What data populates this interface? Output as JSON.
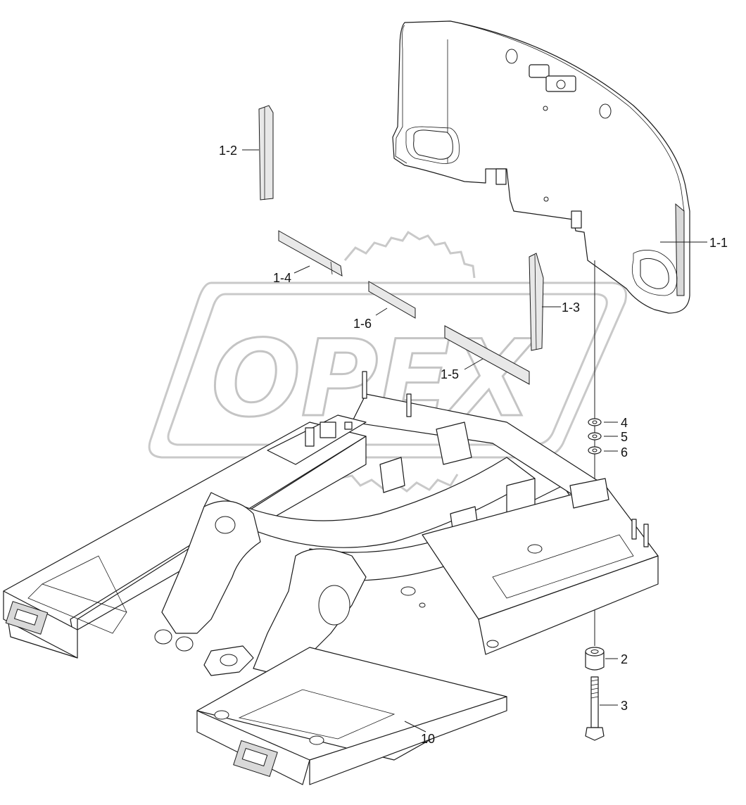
{
  "watermark": {
    "text": "OPEX"
  },
  "callouts": {
    "c1_1": "1-1",
    "c1_2": "1-2",
    "c1_3": "1-3",
    "c1_4": "1-4",
    "c1_5": "1-5",
    "c1_6": "1-6",
    "c2": "2",
    "c3": "3",
    "c4": "4",
    "c5": "5",
    "c6": "6",
    "c10": "10"
  }
}
